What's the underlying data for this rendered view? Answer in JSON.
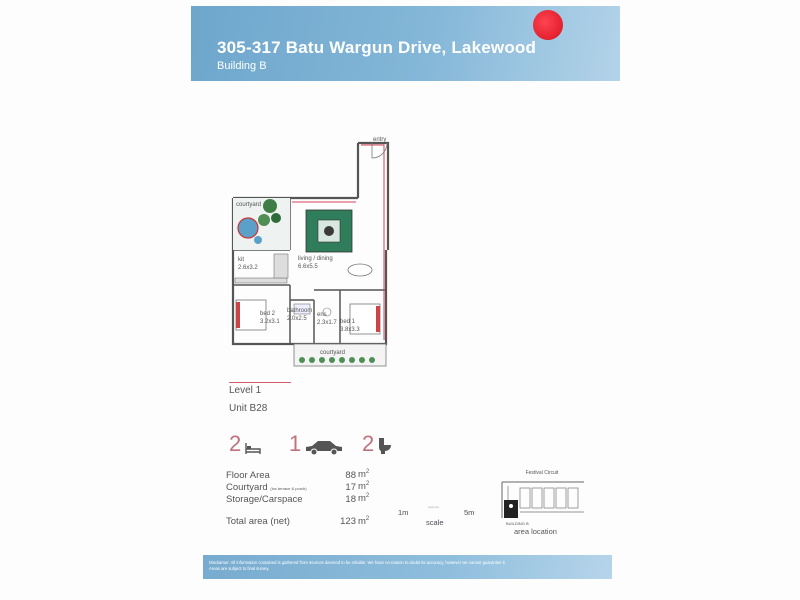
{
  "header": {
    "title": "305-317 Batu Wargun Drive, Lakewood",
    "subtitle": "Building B",
    "brand_color": "#7fb3d6",
    "logo_color": "#e0141f"
  },
  "plan": {
    "entry": "entry",
    "courtyard_top": "courtyard",
    "kitchen_name": "kit",
    "kitchen_dim": "2.6x3.2",
    "living_name": "living / dining",
    "living_dim": "6.6x5.5",
    "bed2_name": "bed 2",
    "bed2_dim": "3.2x3.1",
    "bath_name": "bathroom",
    "bath_dim": "2.0x2.5",
    "ens_name": "ens",
    "ens_dim": "2.3x1.7",
    "bed1_name": "bed 1",
    "bed1_dim": "3.8x3.3",
    "courtyard_bottom": "courtyard"
  },
  "unit": {
    "level": "Level 1",
    "unit": "Unit B28"
  },
  "features": {
    "bedrooms": "2",
    "carspaces": "1",
    "bathrooms": "2",
    "accent_color": "#c0737f"
  },
  "areas": {
    "floor_label": "Floor Area",
    "floor_value": "88",
    "courtyard_label": "Courtyard",
    "courtyard_note": "(inc terrace & porch)",
    "courtyard_value": "17",
    "storage_label": "Storage/Carspace",
    "storage_value": "18",
    "total_label": "Total area (net)",
    "total_value": "123",
    "unit_m": "m",
    "unit_sup": "2"
  },
  "scale": {
    "start": "1m",
    "mid": "(approx)",
    "end": "5m",
    "label": "scale"
  },
  "location": {
    "street": "Festival Circuit",
    "building": "BUILDING B",
    "label": "area location"
  },
  "footer": {
    "line1": "Disclaimer: All information contained is gathered from sources deemed to be reliable. We have no reason to doubt its accuracy, however we cannot guarantee it.",
    "line2": "Areas are subject to final survey."
  }
}
